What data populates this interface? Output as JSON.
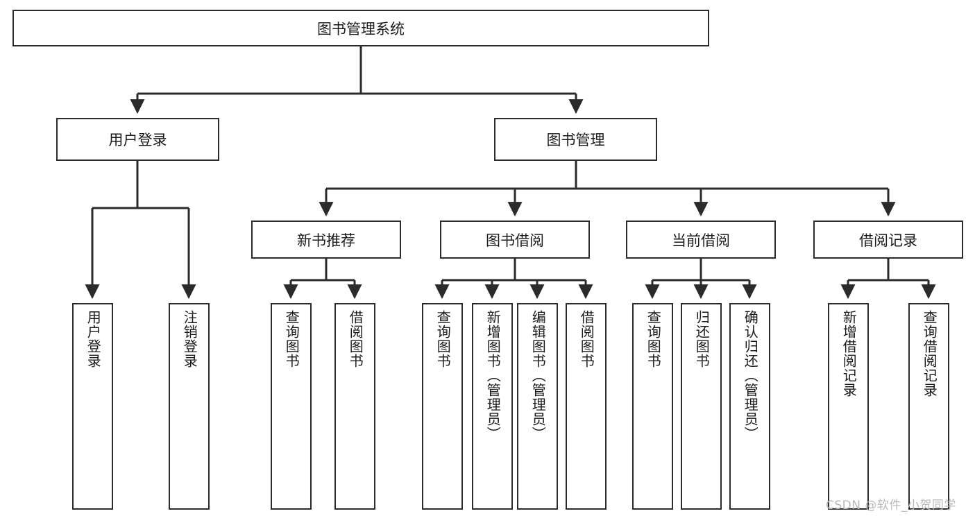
{
  "diagram": {
    "type": "tree-hierarchy",
    "title": "图书管理系统",
    "orientation": "top-down",
    "colors": {
      "node_border": "#2b2b2b",
      "node_fill": "#ffffff",
      "connector": "#2b2b2b",
      "text": "#1a1a1a",
      "watermark": "#b9b9b9",
      "background": "#ffffff"
    },
    "nodes": {
      "root": {
        "label": "图书管理系统"
      },
      "level2": [
        {
          "id": "user-login",
          "label": "用户登录"
        },
        {
          "id": "book-manage",
          "label": "图书管理"
        }
      ],
      "level3": [
        {
          "id": "new-book-rec",
          "label": "新书推荐",
          "parent": "book-manage"
        },
        {
          "id": "book-borrow",
          "label": "图书借阅",
          "parent": "book-manage"
        },
        {
          "id": "current-borrow",
          "label": "当前借阅",
          "parent": "book-manage"
        },
        {
          "id": "borrow-record",
          "label": "借阅记录",
          "parent": "book-manage"
        }
      ],
      "leaves": [
        {
          "id": "leaf-user-login",
          "label": "用户登录",
          "parent": "user-login"
        },
        {
          "id": "leaf-logout",
          "label": "注销登录",
          "parent": "user-login"
        },
        {
          "id": "leaf-query-book-1",
          "label": "查询图书",
          "parent": "new-book-rec"
        },
        {
          "id": "leaf-borrow-book-1",
          "label": "借阅图书",
          "parent": "new-book-rec"
        },
        {
          "id": "leaf-query-book-2",
          "label": "查询图书",
          "parent": "book-borrow"
        },
        {
          "id": "leaf-add-book",
          "label": "新增图书（管理员）",
          "parent": "book-borrow"
        },
        {
          "id": "leaf-edit-book",
          "label": "编辑图书（管理员）",
          "parent": "book-borrow"
        },
        {
          "id": "leaf-borrow-book-2",
          "label": "借阅图书",
          "parent": "book-borrow"
        },
        {
          "id": "leaf-query-book-3",
          "label": "查询图书",
          "parent": "current-borrow"
        },
        {
          "id": "leaf-return-book",
          "label": "归还图书",
          "parent": "current-borrow"
        },
        {
          "id": "leaf-confirm-return",
          "label": "确认归还（管理员）",
          "parent": "current-borrow"
        },
        {
          "id": "leaf-add-record",
          "label": "新增借阅记录",
          "parent": "borrow-record"
        },
        {
          "id": "leaf-query-record",
          "label": "查询借阅记录",
          "parent": "borrow-record"
        }
      ]
    },
    "watermark": "CSDN @软件_小贺同学"
  }
}
